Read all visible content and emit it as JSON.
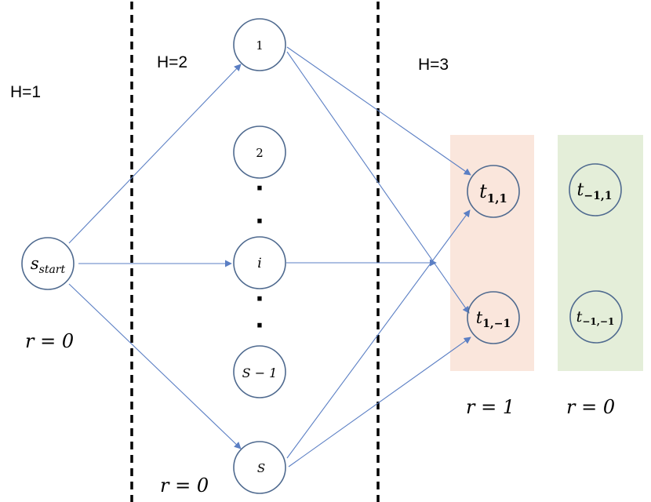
{
  "layers": {
    "h1": "H=1",
    "h2": "H=2",
    "h3": "H=3"
  },
  "nodes": {
    "start": {
      "main": "s",
      "sub": "start"
    },
    "s1": {
      "main": "1"
    },
    "s2": {
      "main": "2"
    },
    "si": {
      "main": "i"
    },
    "s_minus": {
      "main": "S − 1"
    },
    "s_last": {
      "main": "S"
    },
    "t_11": {
      "main": "t",
      "sub": "1,1"
    },
    "t_1m1": {
      "main": "t",
      "sub": "1,−1"
    },
    "t_m11": {
      "main": "t",
      "sub": "−1,1"
    },
    "t_m1m1": {
      "main": "t",
      "sub": "−1,−1"
    }
  },
  "ellipsis": "·",
  "rewards": {
    "start": "r = 0",
    "middle": "r = 0",
    "positive_terminals": "r = 1",
    "negative_terminals": "r = 0"
  },
  "colors": {
    "positive_region": "#fae6dc",
    "negative_region": "#e4eed9",
    "node_stroke": "#4f6a8f",
    "edge": "#5b7fc4",
    "divider": "#000000"
  }
}
